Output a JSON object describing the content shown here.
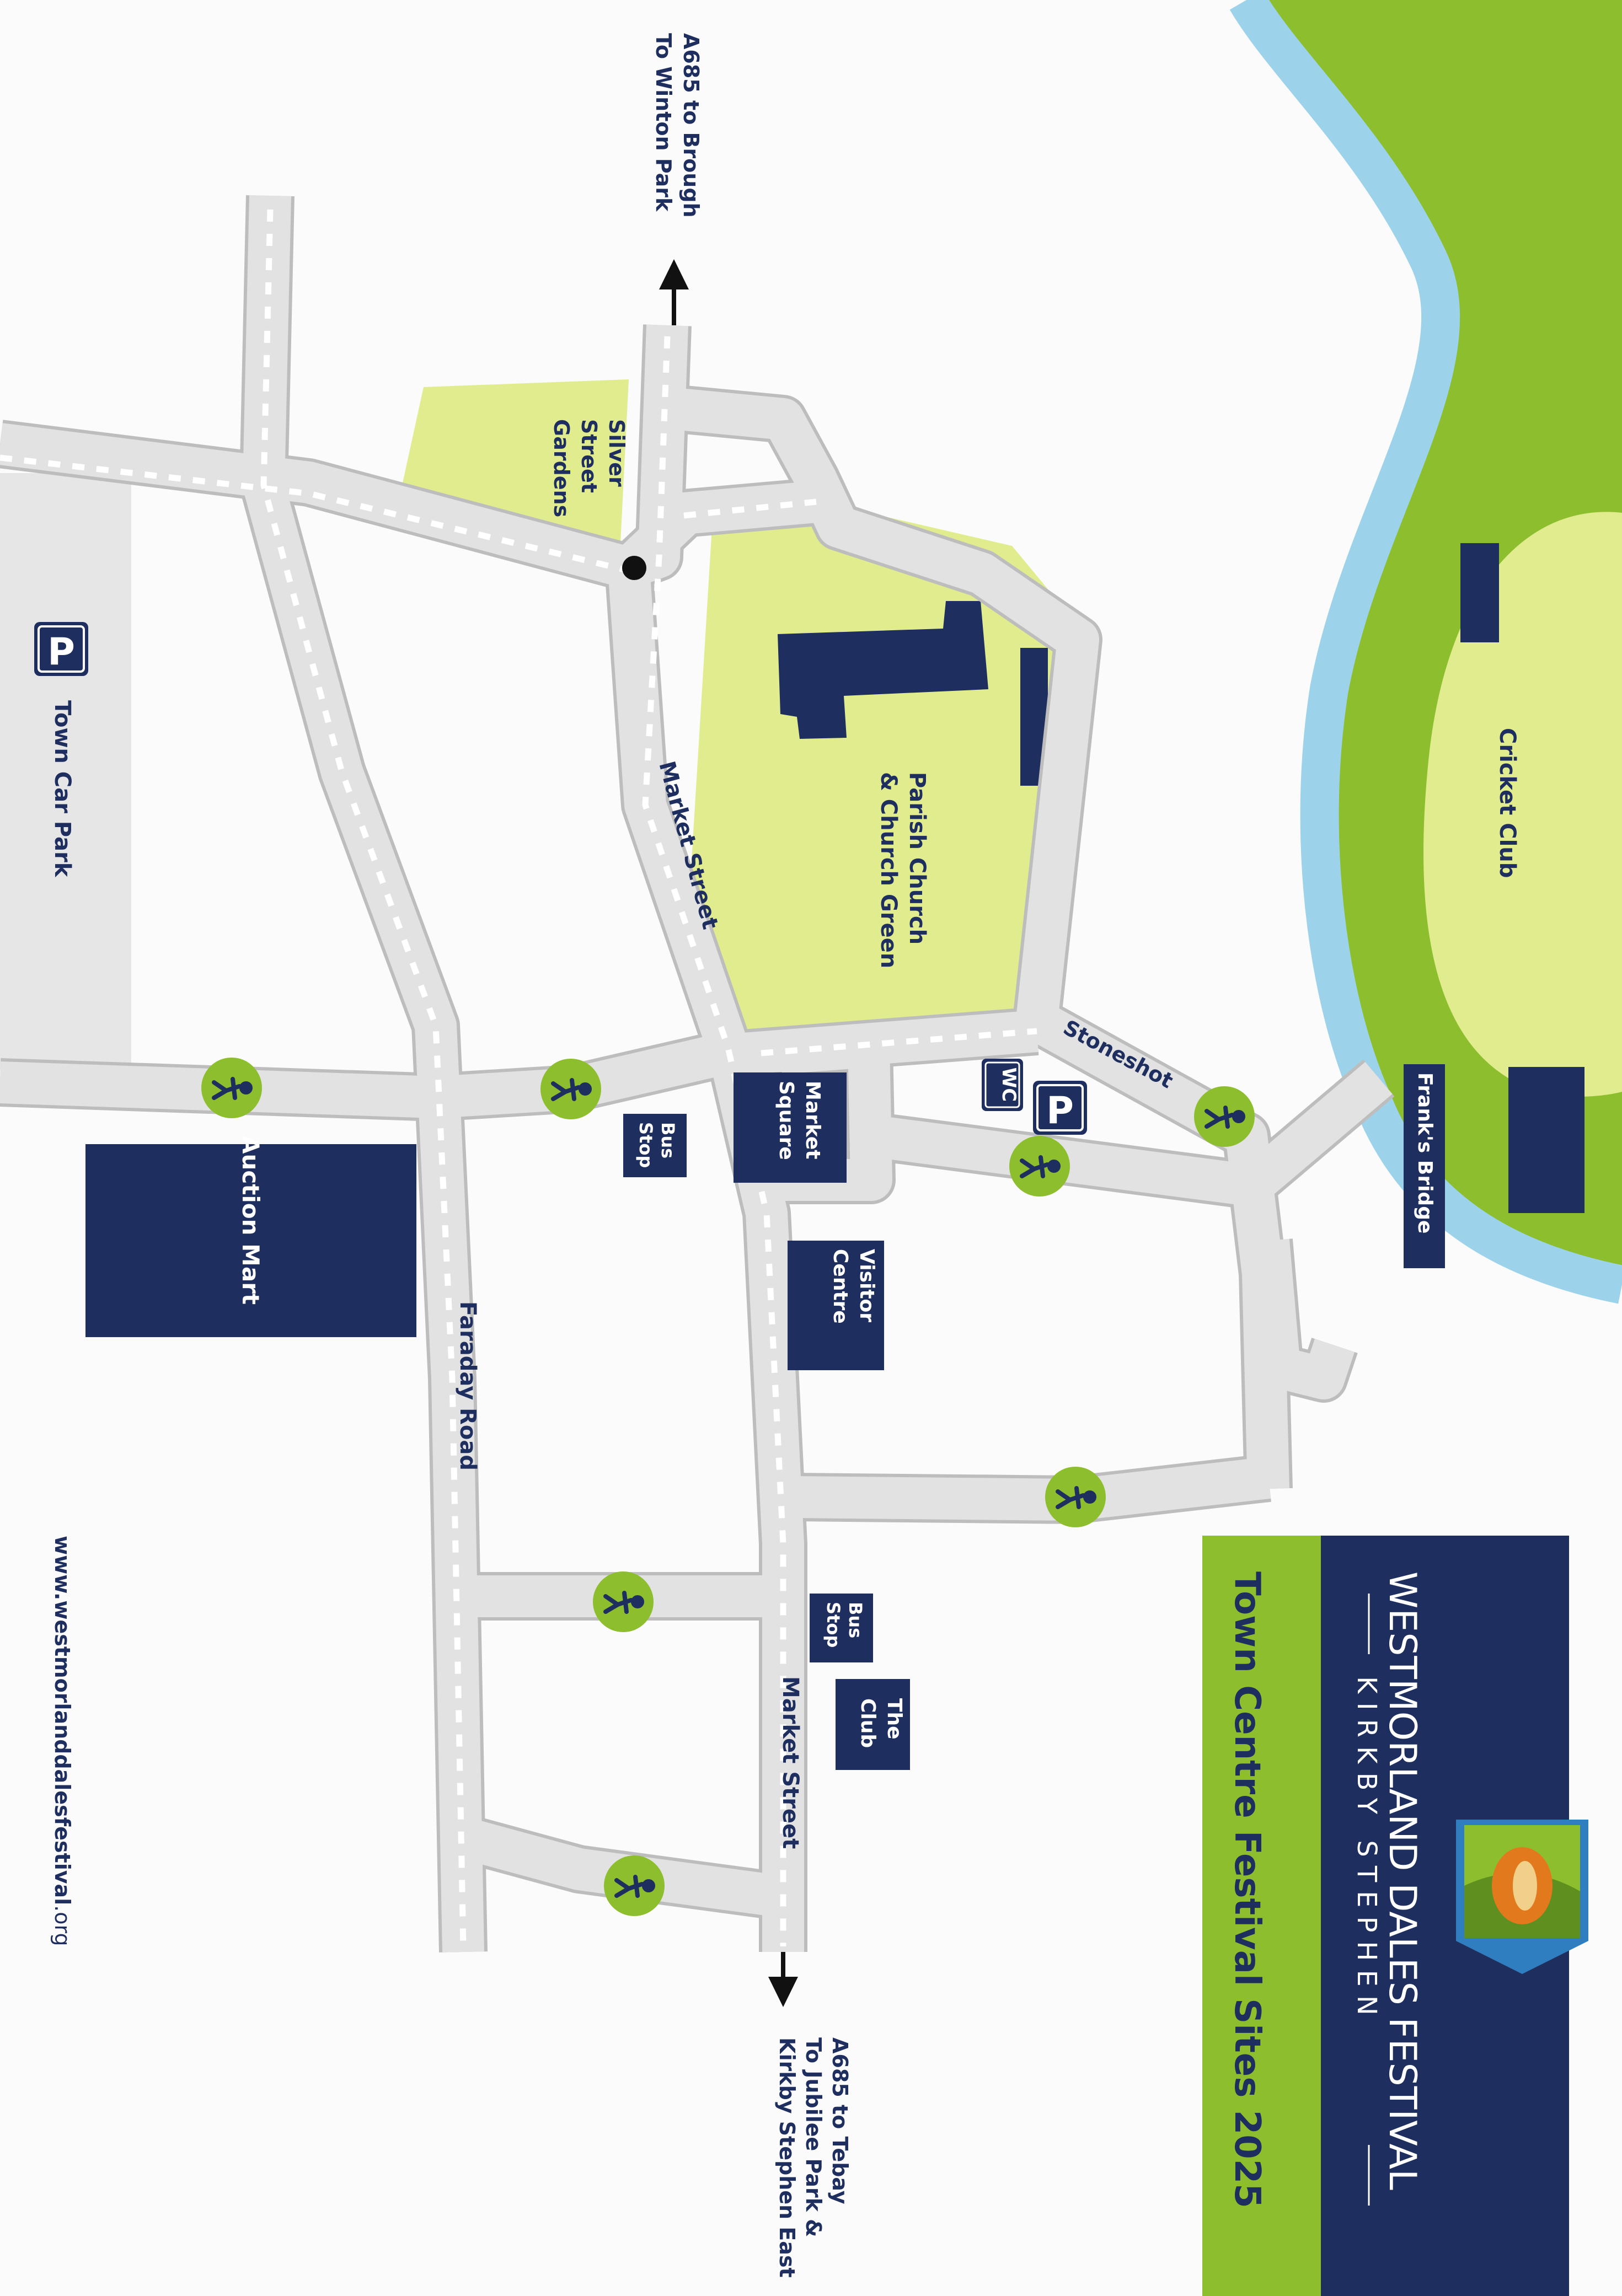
{
  "header": {
    "festival_name": "WESTMORLAND DALES FESTIVAL",
    "location": "KIRKBY STEPHEN",
    "subtitle": "Town Centre Festival Sites 2025"
  },
  "directions": {
    "north": [
      "A685 to Brough",
      "To Winton Park"
    ],
    "south": [
      "A685 to Tebay",
      "To Jubilee Park &",
      "Kirkby Stephen East"
    ]
  },
  "places": {
    "silver_street_gardens": [
      "Silver",
      "Street",
      "Gardens"
    ],
    "parish_church": [
      "Parish Church",
      "& Church Green"
    ],
    "cricket_club": "Cricket Club",
    "town_car_park": "Town Car Park",
    "auction_mart": "Auction Mart",
    "market_square": [
      "Market",
      "Square"
    ],
    "bus_stop_1": [
      "Bus",
      "Stop"
    ],
    "bus_stop_2": [
      "Bus",
      "Stop"
    ],
    "visitor_centre": [
      "Visitor",
      "Centre"
    ],
    "the_club": [
      "The",
      "Club"
    ],
    "franks_bridge": "Frank's Bridge"
  },
  "streets": {
    "market_street_north": "Market Street",
    "market_street_south": "Market Street",
    "faraday_road": "Faraday Road",
    "stoneshot": "Stoneshot"
  },
  "symbols": {
    "parking": "P",
    "wc": "WC"
  },
  "footer": {
    "url_main": "www.westmorlanddalesfestival",
    "url_tld": ".org"
  },
  "colors": {
    "navy": "#1e2e5e",
    "lime": "#8dbe2d",
    "pale_green": "#e0ec8e",
    "river": "#9dd3ea",
    "road": "#e2e2e2",
    "car_park": "#e6e6e6"
  }
}
